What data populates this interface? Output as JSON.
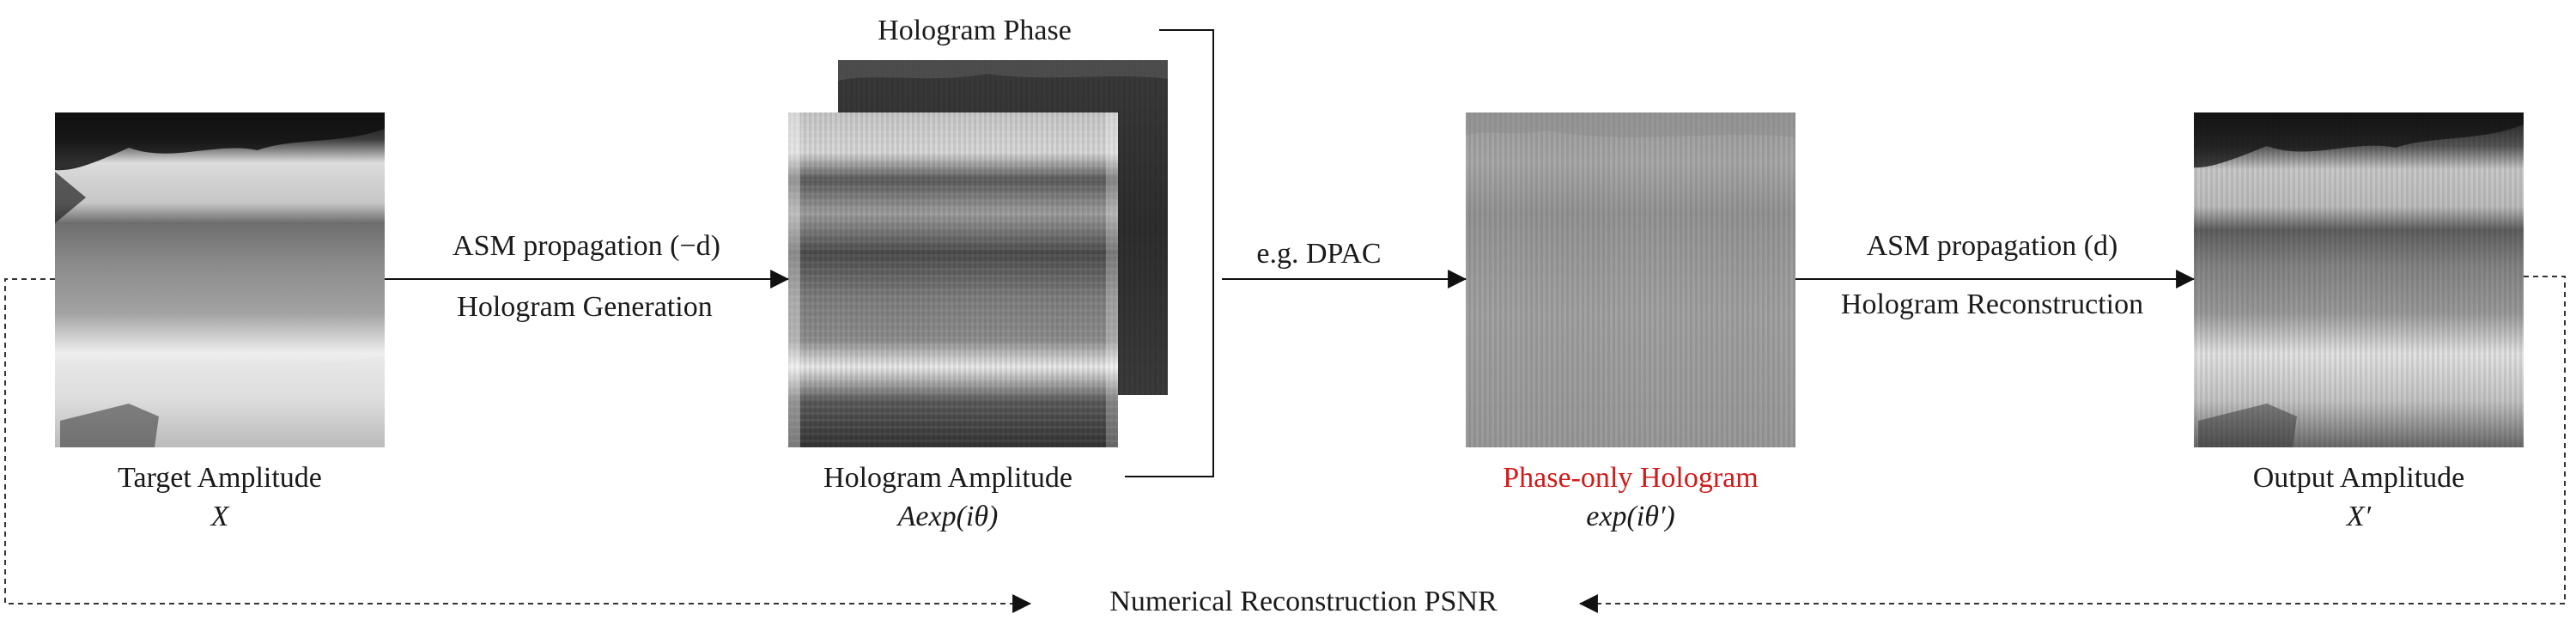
{
  "nodes": {
    "target": {
      "title": "Target Amplitude",
      "symbol": "X"
    },
    "hologram_amplitude": {
      "title": "Hologram Amplitude",
      "symbol": "Aexp(iθ)"
    },
    "hologram_phase": {
      "title": "Hologram Phase"
    },
    "phase_only": {
      "title": "Phase-only Hologram",
      "symbol": "exp(iθ′)",
      "title_color": "#d11a1a"
    },
    "output": {
      "title": "Output Amplitude",
      "symbol": "X′"
    }
  },
  "edges": {
    "generation": {
      "top": "ASM propagation (−d)",
      "bottom": "Hologram Generation"
    },
    "encoding": {
      "top": "e.g. DPAC"
    },
    "reconstruction": {
      "top": "ASM propagation (d)",
      "bottom": "Hologram Reconstruction"
    },
    "metric": {
      "label": "Numerical Reconstruction PSNR"
    }
  }
}
